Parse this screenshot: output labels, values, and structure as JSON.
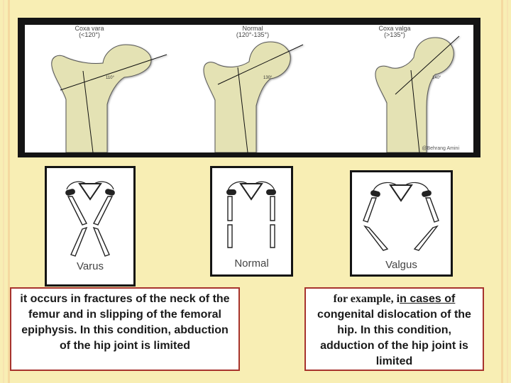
{
  "femur_figure": {
    "labels": [
      {
        "name": "Coxa vara",
        "range": "(<120°)"
      },
      {
        "name": "Normal",
        "range": "(120°-135°)"
      },
      {
        "name": "Coxa valga",
        "range": "(>135°)"
      }
    ],
    "angles": [
      "110°",
      "130°",
      "140°"
    ],
    "credit": "@Behrang Amini"
  },
  "diagrams": [
    {
      "label": "Varus"
    },
    {
      "label": "Normal"
    },
    {
      "label": "Valgus"
    }
  ],
  "left_text": "it occurs in fractures of the neck of the femur and in slipping of the femoral epiphysis. In this condition, abduction of the hip joint is limited",
  "right_text": {
    "lead": "for example, i",
    "underlined": "n cases of ",
    "rest": "congenital dislocation of the hip. In this condition, adduction of the hip joint is limited"
  },
  "colors": {
    "background": "#f8eeb4",
    "bone": "#e4e2b4",
    "frame": "#141414",
    "textbox_border": "#a7332d"
  }
}
